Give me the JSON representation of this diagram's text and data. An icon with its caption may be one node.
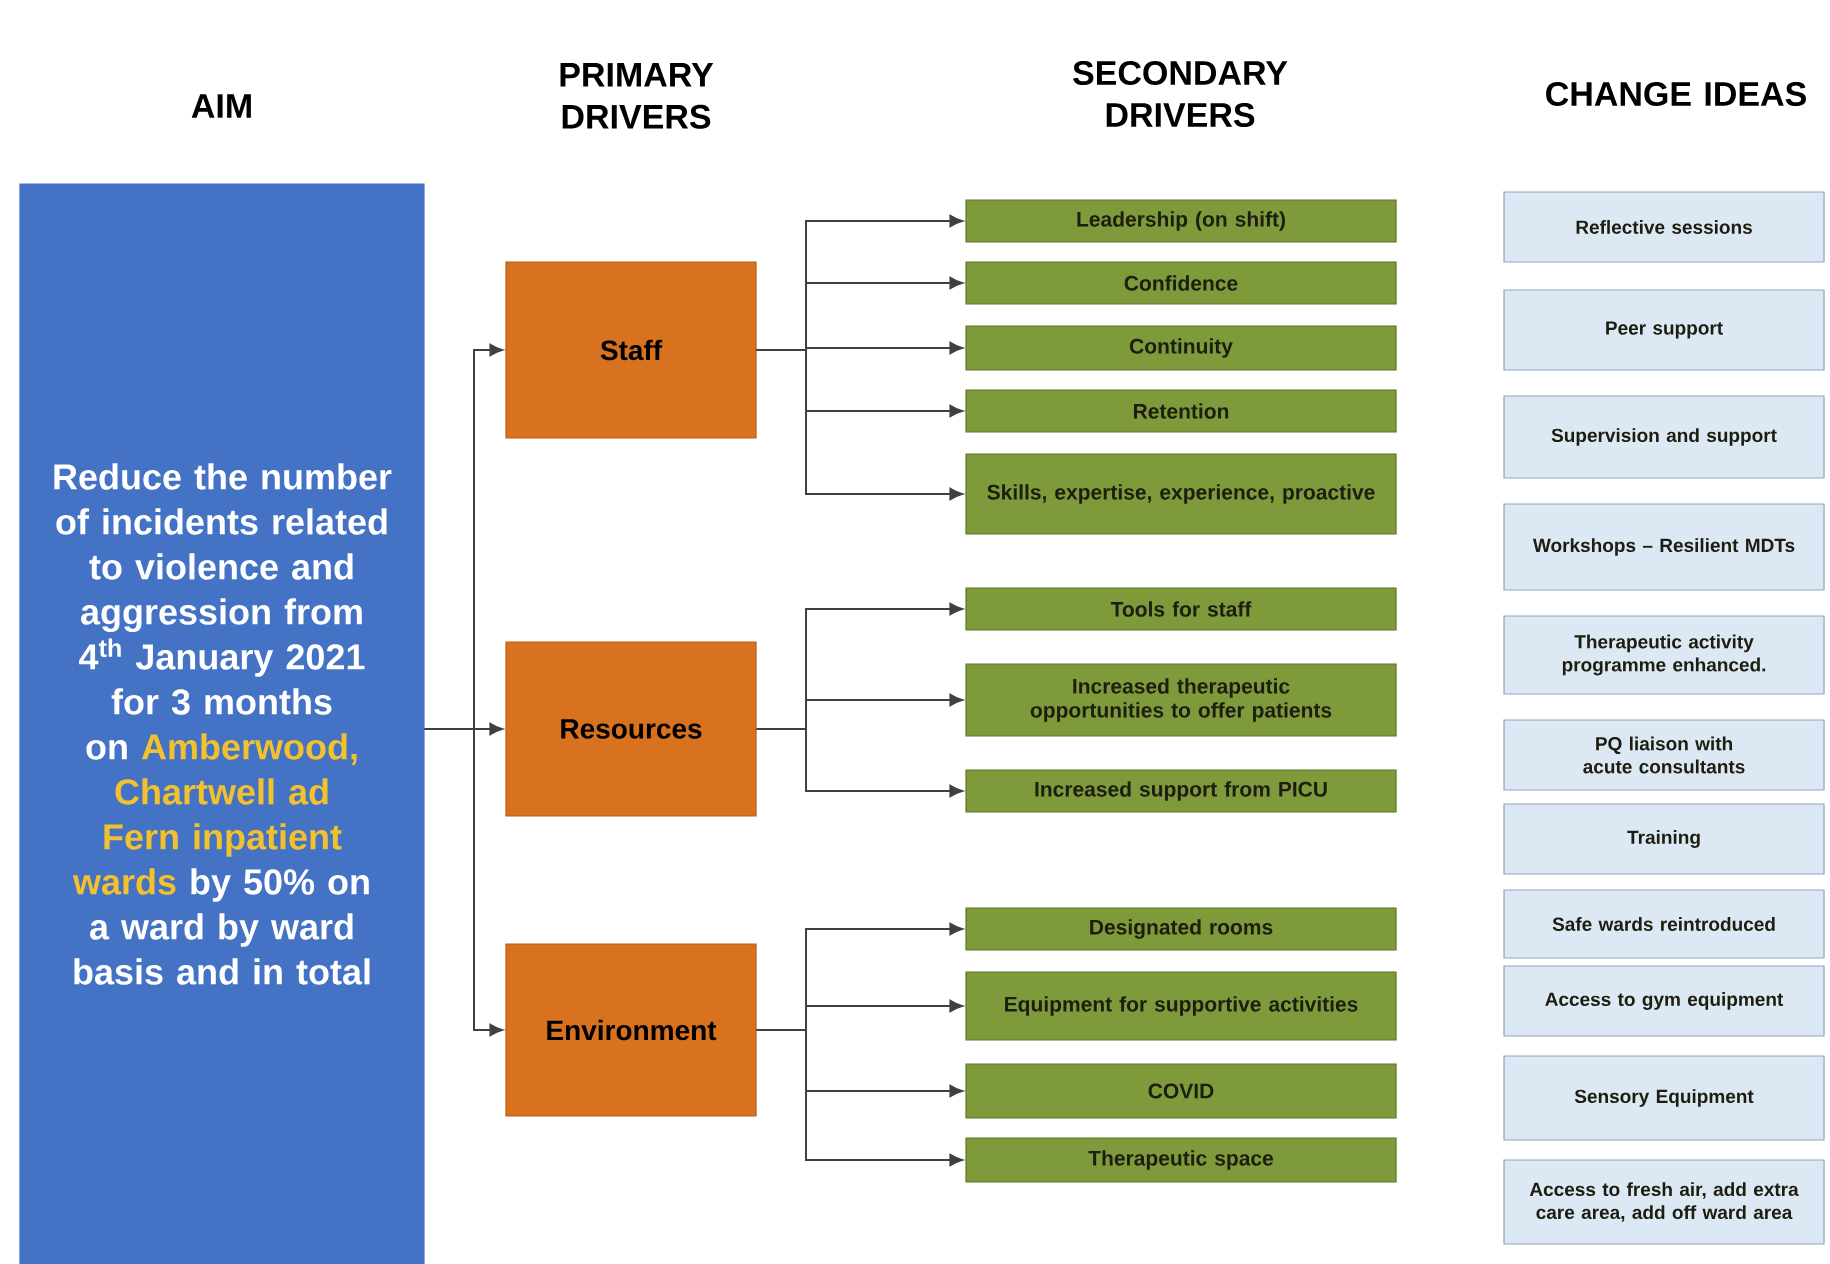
{
  "diagram": {
    "nodes": [
      {
        "text": [
          "Reduce the number of incidents related to violence and aggression from 4$^{th}$ January 2021 for 3 months on",
          "Amberwood, Chartwell ad Fern inpatient wards",
          "by 50% on a ward by ward basis and in total"
        ]
      },
      {
        "text": [
          "Staff"
        ]
      },
      {
        "text": [
          "Resources"
        ]
      },
      {
        "text": [
          "Environment"
        ]
      },
      {
        "text": [
          "Leadership (on shift)"
        ]
      },
      {
        "text": [
          "Confidence"
        ]
      },
      {
        "text": [
          "Continuity"
        ]
      },
      {
        "text": [
          "Retention"
        ]
      },
      {
        "text": [
          "Skills, expertise, experience, proactive"
        ]
      },
      {
        "text": [
          "Tools for staff"
        ]
      },
      {
        "text": [
          "Increased therapeutic opportunities to offer patients"
        ]
      },
      {
        "text": [
          "Increased support from PICU"
        ]
      },
      {
        "text": [
          "Designated rooms"
        ]
      },
      {
        "text": [
          "Equipment for supportive activities"
        ]
      },
      {
        "text": [
          "COVID"
        ]
      },
      {
        "text": [
          "Therapeutic space"
        ]
      },
      {
        "text": [
          "Reflective sessions"
        ]
      },
      {
        "text": [
          "Peer support"
        ]
      },
      {
        "text": [
          "Supervision and support"
        ]
      },
      {
        "text": [
          "Workshops – Resilient MDTs"
        ]
      },
      {
        "text": [
          "Therapeutic activity programme enhanced."
        ]
      },
      {
        "text": [
          "PQ liaison with acute consultants"
        ]
      },
      {
        "text": [
          "Training"
        ]
      },
      {
        "text": [
          "Safe wards reintroduced"
        ]
      },
      {
        "text": [
          "Access to gym equipment"
        ]
      },
      {
        "text": [
          "Sensory Equipment"
        ]
      },
      {
        "text": [
          "Access to fresh air, add extra care area, add off ward area"
        ]
      }
    ],
    "edges": [
      {
        "from": 0,
        "to": 1,
        "arrow": "to"
      },
      {
        "from": 0,
        "to": 2,
        "arrow": "to"
      },
      {
        "from": 0,
        "to": 3,
        "arrow": "to"
      },
      {
        "from": 1,
        "to": 4,
        "arrow": "to"
      },
      {
        "from": 1,
        "to": 5,
        "arrow": "to"
      },
      {
        "from": 1,
        "to": 6,
        "arrow": "to"
      },
      {
        "from": 1,
        "to": 7,
        "arrow": "to"
      },
      {
        "from": 1,
        "to": 8,
        "arrow": "to"
      },
      {
        "from": 2,
        "to": 9,
        "arrow": "to"
      },
      {
        "from": 2,
        "to": 10,
        "arrow": "to"
      },
      {
        "from": 2,
        "to": 11,
        "arrow": "to"
      },
      {
        "from": 3,
        "to": 12,
        "arrow": "to"
      },
      {
        "from": 3,
        "to": 13,
        "arrow": "to"
      },
      {
        "from": 3,
        "to": 14,
        "arrow": "to"
      },
      {
        "from": 3,
        "to": 15,
        "arrow": "to"
      }
    ],
    "labels": [
      "AIM",
      "PRIMARY DRIVERS",
      "SECONDARY DRIVERS",
      "CHANGE IDEAS"
    ]
  }
}
